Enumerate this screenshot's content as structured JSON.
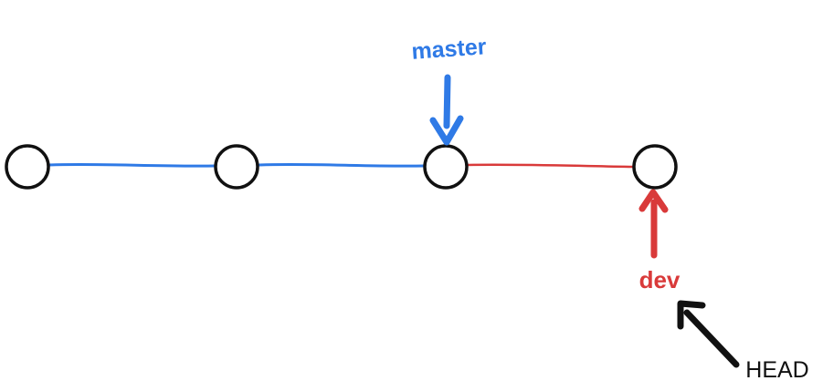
{
  "colors": {
    "master": "#2f7ae6",
    "dev": "#d93a3a",
    "head": "#111111",
    "node_stroke": "#111111",
    "node_fill": "#ffffff"
  },
  "labels": {
    "master": "master",
    "dev": "dev",
    "head": "HEAD"
  }
}
